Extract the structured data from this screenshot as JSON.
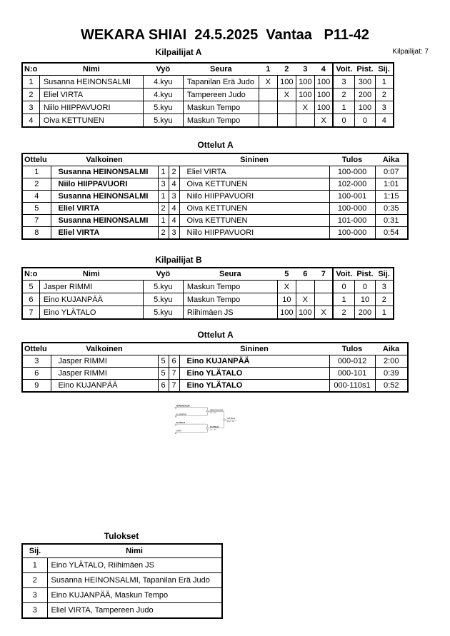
{
  "header": {
    "title": "WEKARA SHIAI  24.5.2025  Vantaa   P11-42",
    "competitors_label": "Kilpailijat: 7"
  },
  "pool_a": {
    "title": "Kilpailijat A",
    "columns": {
      "no": "N:o",
      "name": "Nimi",
      "belt": "Vyö",
      "club": "Seura",
      "r1": "1",
      "r2": "2",
      "r3": "3",
      "r4": "4",
      "wins": "Voit.",
      "points": "Pist.",
      "place": "Sij."
    },
    "rows": [
      {
        "no": "1",
        "name": "Susanna HEINONSALMI",
        "belt": "4.kyu",
        "club": "Tapanilan Erä Judo",
        "results": [
          "X",
          "100",
          "100",
          "100"
        ],
        "wins": "3",
        "points": "300",
        "place": "1"
      },
      {
        "no": "2",
        "name": "Eliel VIRTA",
        "belt": "4.kyu",
        "club": "Tampereen Judo",
        "results": [
          "",
          "X",
          "100",
          "100"
        ],
        "wins": "2",
        "points": "200",
        "place": "2"
      },
      {
        "no": "3",
        "name": "Niilo HIIPPAVUORI",
        "belt": "5.kyu",
        "club": "Maskun Tempo",
        "results": [
          "",
          "",
          "X",
          "100"
        ],
        "wins": "1",
        "points": "100",
        "place": "3"
      },
      {
        "no": "4",
        "name": "Oiva KETTUNEN",
        "belt": "5.kyu",
        "club": "Maskun Tempo",
        "results": [
          "",
          "",
          "",
          "X"
        ],
        "wins": "0",
        "points": "0",
        "place": "4"
      }
    ]
  },
  "matches_a": {
    "title": "Ottelut A",
    "columns": {
      "match": "Ottelu",
      "white": "Valkoinen",
      "blue": "Sininen",
      "score": "Tulos",
      "time": "Aika"
    },
    "rows": [
      {
        "match": "1",
        "white": "Susanna HEINONSALMI",
        "white_no": "1",
        "blue_no": "2",
        "blue": "Eliel VIRTA",
        "score": "100-000",
        "time": "0:07",
        "winner": "white"
      },
      {
        "match": "2",
        "white": "Niilo HIIPPAVUORI",
        "white_no": "3",
        "blue_no": "4",
        "blue": "Oiva KETTUNEN",
        "score": "102-000",
        "time": "1:01",
        "winner": "white"
      },
      {
        "match": "4",
        "white": "Susanna HEINONSALMI",
        "white_no": "1",
        "blue_no": "3",
        "blue": "Niilo HIIPPAVUORI",
        "score": "100-001",
        "time": "1:15",
        "winner": "white"
      },
      {
        "match": "5",
        "white": "Eliel VIRTA",
        "white_no": "2",
        "blue_no": "4",
        "blue": "Oiva KETTUNEN",
        "score": "100-000",
        "time": "0:35",
        "winner": "white"
      },
      {
        "match": "7",
        "white": "Susanna HEINONSALMI",
        "white_no": "1",
        "blue_no": "4",
        "blue": "Oiva KETTUNEN",
        "score": "101-000",
        "time": "0:31",
        "winner": "white"
      },
      {
        "match": "8",
        "white": "Eliel VIRTA",
        "white_no": "2",
        "blue_no": "3",
        "blue": "Niilo HIIPPAVUORI",
        "score": "100-000",
        "time": "0:54",
        "winner": "white"
      }
    ]
  },
  "pool_b": {
    "title": "Kilpailijat B",
    "columns": {
      "no": "N:o",
      "name": "Nimi",
      "belt": "Vyö",
      "club": "Seura",
      "r1": "5",
      "r2": "6",
      "r3": "7",
      "wins": "Voit.",
      "points": "Pist.",
      "place": "Sij."
    },
    "rows": [
      {
        "no": "5",
        "name": "Jasper RIMMI",
        "belt": "5.kyu",
        "club": "Maskun Tempo",
        "results": [
          "X",
          "",
          ""
        ],
        "wins": "0",
        "points": "0",
        "place": "3"
      },
      {
        "no": "6",
        "name": "Eino KUJANPÄÄ",
        "belt": "5.kyu",
        "club": "Maskun Tempo",
        "results": [
          "10",
          "X",
          ""
        ],
        "wins": "1",
        "points": "10",
        "place": "2"
      },
      {
        "no": "7",
        "name": "Eino YLÄTALO",
        "belt": "5.kyu",
        "club": "Riihimäen JS",
        "results": [
          "100",
          "100",
          "X"
        ],
        "wins": "2",
        "points": "200",
        "place": "1"
      }
    ]
  },
  "matches_b": {
    "title": "Ottelut A",
    "columns": {
      "match": "Ottelu",
      "white": "Valkoinen",
      "blue": "Sininen",
      "score": "Tulos",
      "time": "Aika"
    },
    "rows": [
      {
        "match": "3",
        "white": "Jasper RIMMI",
        "white_no": "5",
        "blue_no": "6",
        "blue": "Eino KUJANPÄÄ",
        "score": "000-012",
        "time": "2:00",
        "winner": "blue"
      },
      {
        "match": "6",
        "white": "Jasper RIMMI",
        "white_no": "5",
        "blue_no": "7",
        "blue": "Eino YLÄTALO",
        "score": "000-101",
        "time": "0:39",
        "winner": "blue"
      },
      {
        "match": "9",
        "white": "Eino KUJANPÄÄ",
        "white_no": "6",
        "blue_no": "7",
        "blue": "Eino YLÄTALO",
        "score": "000-110s1",
        "time": "0:52",
        "winner": "blue"
      }
    ]
  },
  "bracket": {
    "entries": [
      {
        "name": "HEINONSALMI",
        "seed": "A1"
      },
      {
        "name": "KUJANPÄÄ",
        "seed": "B2"
      },
      {
        "name": "YLÄTALO",
        "seed": "B1"
      },
      {
        "name": "VIRTA",
        "seed": "A2"
      }
    ],
    "semifinal1": {
      "match_no": "10",
      "winner": "HEINONSALMI",
      "score": "100 - 000"
    },
    "semifinal2": {
      "match_no": "11",
      "winner": "YLÄTALO",
      "score": "101 - 000"
    },
    "final": {
      "match_no": "12",
      "winner": "YLÄTALO",
      "score": "001s1 - 001"
    }
  },
  "results": {
    "title": "Tulokset",
    "columns": {
      "place": "Sij.",
      "name": "Nimi"
    },
    "rows": [
      {
        "place": "1",
        "name": "Eino YLÄTALO, Riihimäen JS"
      },
      {
        "place": "2",
        "name": "Susanna HEINONSALMI, Tapanilan Erä Judo"
      },
      {
        "place": "3",
        "name": "Eino KUJANPÄÄ, Maskun Tempo"
      },
      {
        "place": "3",
        "name": "Eliel VIRTA, Tampereen Judo"
      }
    ]
  },
  "colors": {
    "line_gray": "#7d7d7d",
    "text_black": "#000000",
    "paper": "#ffffff"
  }
}
